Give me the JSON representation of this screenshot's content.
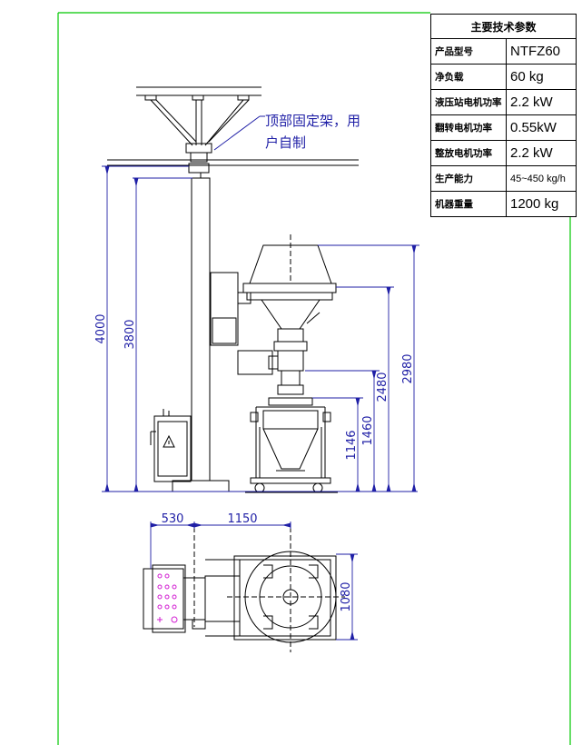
{
  "spec_table": {
    "title": "主要技术参数",
    "rows": [
      {
        "label": "产品型号",
        "value": "NTFZ60"
      },
      {
        "label": "净负载",
        "value": "60  kg"
      },
      {
        "label": "液压站电机功率",
        "value": "2.2  kW"
      },
      {
        "label": "翻转电机功率",
        "value": "0.55kW"
      },
      {
        "label": "整放电机功率",
        "value": "2.2  kW"
      },
      {
        "label": "生产能力",
        "value": "45~450 kg/h"
      },
      {
        "label": "机器重量",
        "value": "1200  kg"
      }
    ]
  },
  "annotation": {
    "line1": "顶部固定架，用",
    "line2": "户自制"
  },
  "dimensions": {
    "total_height": "4000",
    "column_height": "3800",
    "d2980": "2980",
    "d2480": "2480",
    "d1460": "1460",
    "d1146": "1146",
    "plan_530": "530",
    "plan_1150": "1150",
    "plan_1080": "1080"
  },
  "colors": {
    "frame": "#00c800",
    "dimension": "#1f1fa6",
    "outline": "#000000",
    "buttons": "#d21ed2"
  }
}
